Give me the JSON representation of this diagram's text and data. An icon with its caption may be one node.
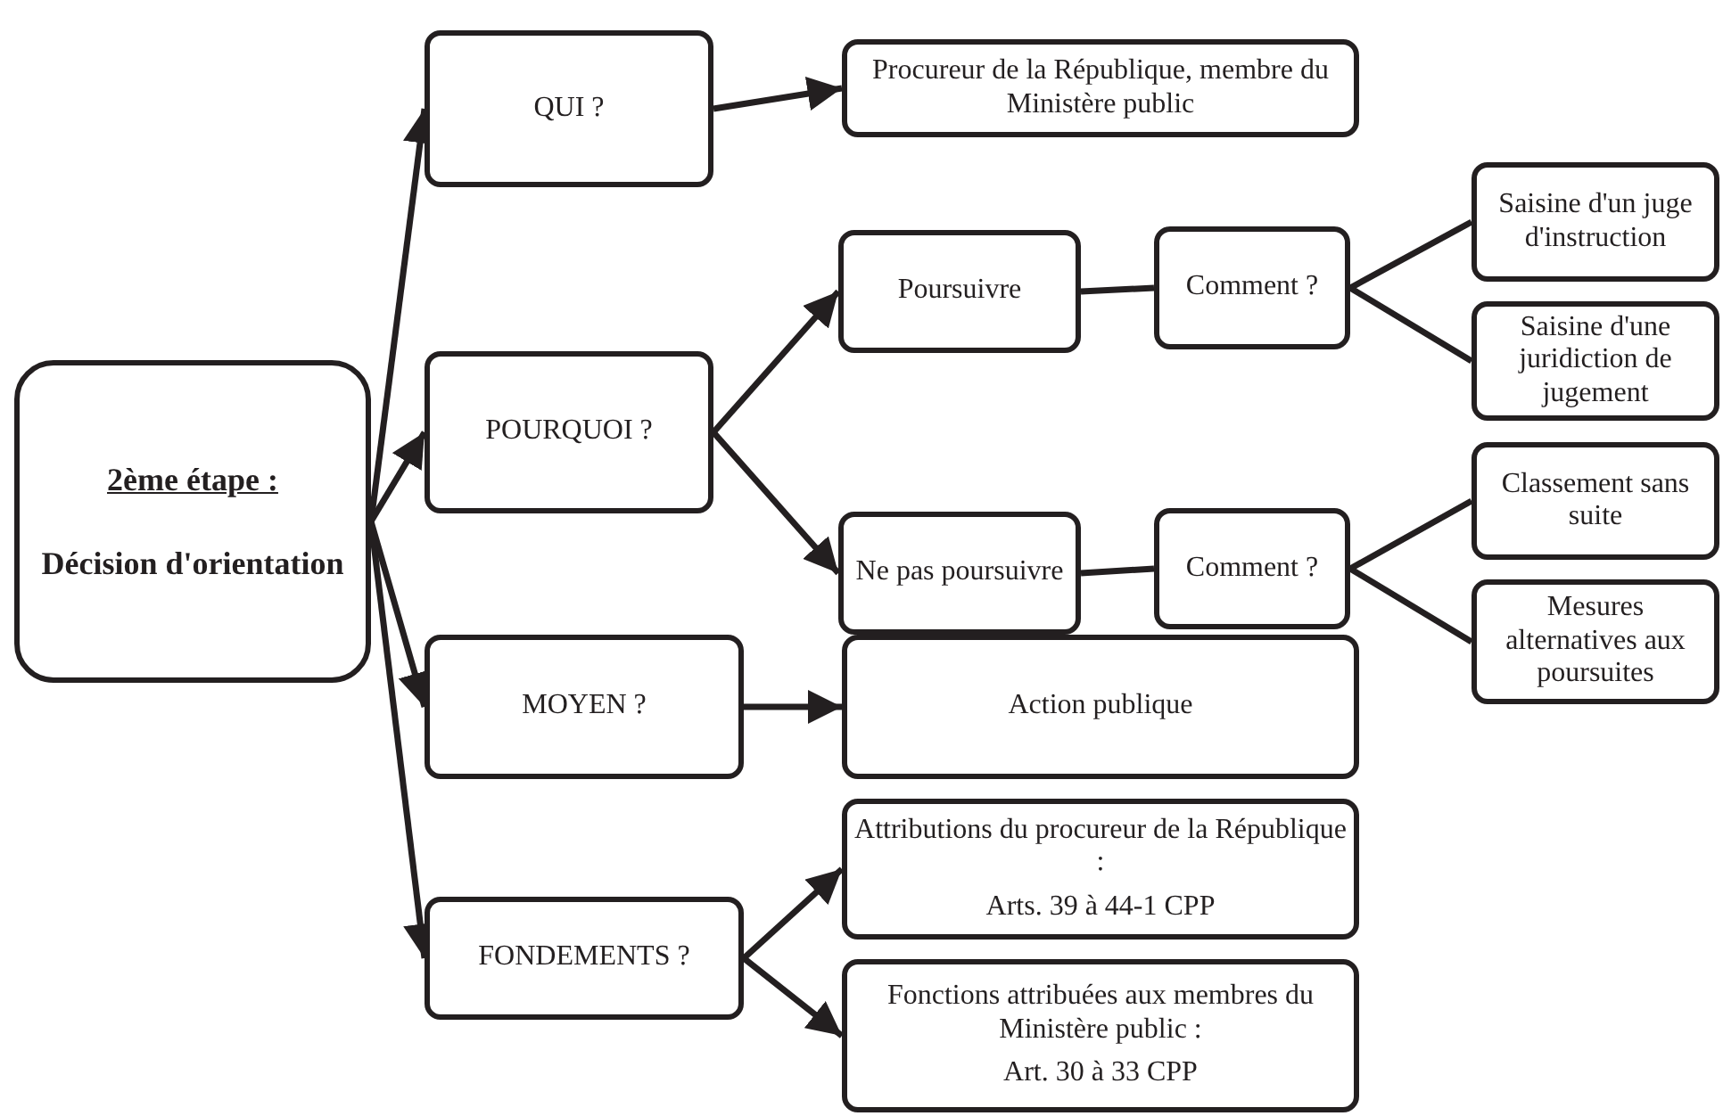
{
  "diagram": {
    "nodes": [
      {
        "text": [
          "2ème étape :",
          "Décision d'orientation"
        ]
      },
      {
        "text": [
          "QUI ?"
        ]
      },
      {
        "text": [
          "Procureur de la République, membre du Ministère public"
        ]
      },
      {
        "text": [
          "POURQUOI ?"
        ]
      },
      {
        "text": [
          "Poursuivre"
        ]
      },
      {
        "text": [
          "Comment ?"
        ]
      },
      {
        "text": [
          "Saisine d'un juge d'instruction"
        ]
      },
      {
        "text": [
          "Saisine d'une juridiction de jugement"
        ]
      },
      {
        "text": [
          "Ne pas poursuivre"
        ]
      },
      {
        "text": [
          "Comment ?"
        ]
      },
      {
        "text": [
          "Classement sans suite"
        ]
      },
      {
        "text": [
          "Mesures alternatives aux poursuites"
        ]
      },
      {
        "text": [
          "MOYEN ?"
        ]
      },
      {
        "text": [
          "Action publique"
        ]
      },
      {
        "text": [
          "FONDEMENTS ?"
        ]
      },
      {
        "text": [
          "Attributions du procureur de la République :",
          "Arts. 39 à 44-1 CPP"
        ]
      },
      {
        "text": [
          "Fonctions attribuées aux membres du Ministère public :",
          "Art. 30 à 33 CPP"
        ]
      }
    ],
    "edges": [
      {
        "from": 0,
        "to": 1,
        "arrow": "to"
      },
      {
        "from": 0,
        "to": 3,
        "arrow": "to"
      },
      {
        "from": 0,
        "to": 12,
        "arrow": "to"
      },
      {
        "from": 0,
        "to": 14,
        "arrow": "to"
      },
      {
        "from": 1,
        "to": 2,
        "arrow": "to"
      },
      {
        "from": 3,
        "to": 4,
        "arrow": "to"
      },
      {
        "from": 3,
        "to": 8,
        "arrow": "to"
      },
      {
        "from": 4,
        "to": 5,
        "arrow": "none"
      },
      {
        "from": 5,
        "to": 6,
        "arrow": "none"
      },
      {
        "from": 5,
        "to": 7,
        "arrow": "none"
      },
      {
        "from": 8,
        "to": 9,
        "arrow": "none"
      },
      {
        "from": 9,
        "to": 10,
        "arrow": "none"
      },
      {
        "from": 9,
        "to": 11,
        "arrow": "none"
      },
      {
        "from": 12,
        "to": 13,
        "arrow": "to"
      },
      {
        "from": 14,
        "to": 15,
        "arrow": "to"
      },
      {
        "from": 14,
        "to": 16,
        "arrow": "to"
      }
    ]
  }
}
